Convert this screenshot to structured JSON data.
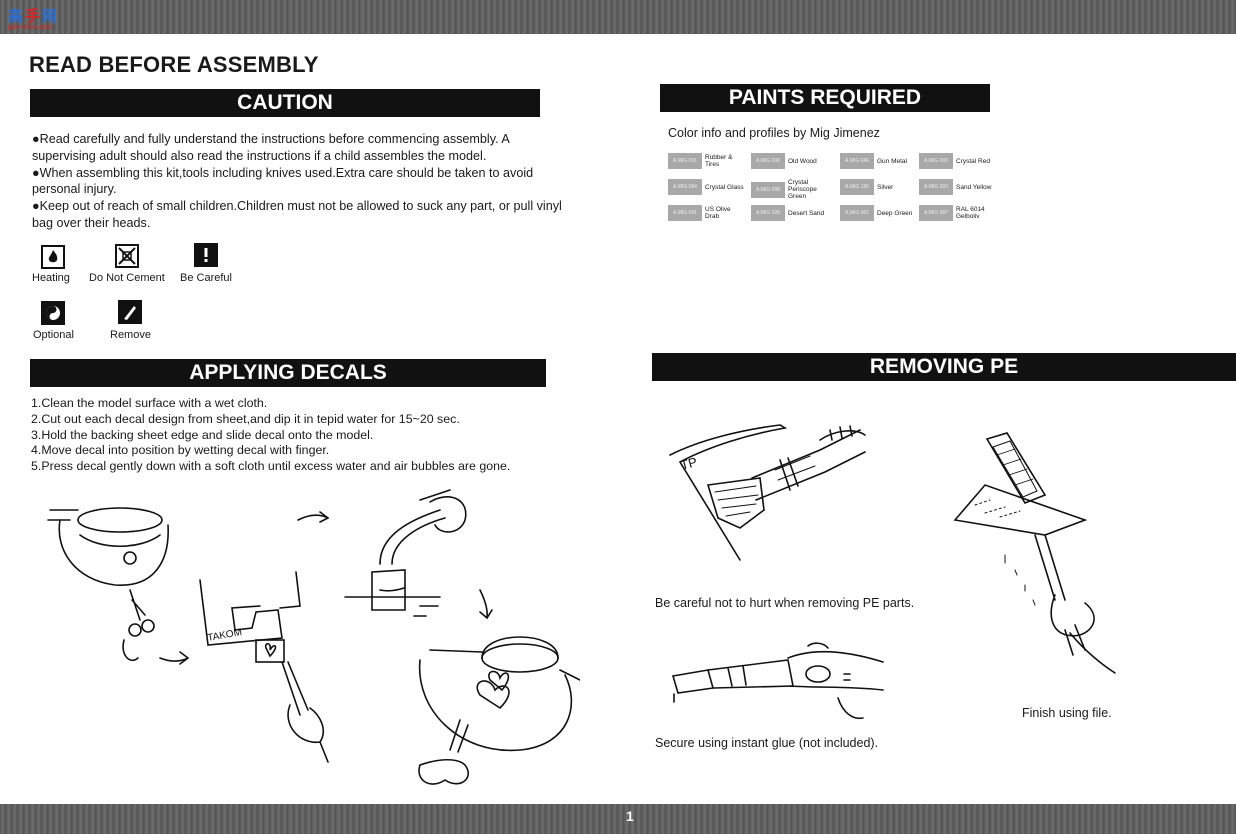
{
  "watermark": {
    "cn": "高",
    "cn_red": "手",
    "cn_tail": "网",
    "url": "gao-shou.com"
  },
  "page_title": "READ BEFORE ASSEMBLY",
  "caution": {
    "title": "CAUTION",
    "paragraphs": [
      "●Read carefully and fully understand the instructions before commencing assembly. A supervising adult should also read the instructions if a child assembles the model.",
      "●When assembling this kit,tools including knives used.Extra care should be taken to avoid personal injury.",
      "●Keep out of reach of small children.Children must not be allowed to suck any part, or pull vinyl bag over their heads."
    ],
    "icons": [
      {
        "label": "Heating",
        "icon": "flame-icon"
      },
      {
        "label": "Do Not Cement",
        "icon": "no-cement-icon"
      },
      {
        "label": "Be Careful",
        "icon": "exclamation-icon"
      },
      {
        "label": "Optional",
        "icon": "optional-icon"
      },
      {
        "label": "Remove",
        "icon": "knife-icon"
      }
    ]
  },
  "paints": {
    "title": "PAINTS REQUIRED",
    "subtitle": "Color info and profiles by Mig Jimenez",
    "items": [
      {
        "code": "A.MIG 031",
        "name": "Rubber & Tires"
      },
      {
        "code": "A.MIG 038",
        "name": "Old Wood"
      },
      {
        "code": "A.MIG 046",
        "name": "Gun Metal"
      },
      {
        "code": "A.MIG 093",
        "name": "Crystal Red"
      },
      {
        "code": "A.MIG 094",
        "name": "Crystal Glass"
      },
      {
        "code": "A.MIG 098",
        "name": "Crystal Periscope Green"
      },
      {
        "code": "A.MIG 195",
        "name": "Silver"
      },
      {
        "code": "A.MIG 093",
        "name": "Sand Yellow"
      },
      {
        "code": "A.MIG 041",
        "name": "US Olive Drab"
      },
      {
        "code": "A.MIG 028",
        "name": "Desert Sand"
      },
      {
        "code": "A.MIG 062",
        "name": "Deep Green"
      },
      {
        "code": "A.MIG 087",
        "name": "RAL 6014 Gelboliv"
      }
    ]
  },
  "decals": {
    "title": "APPLYING DECALS",
    "steps": [
      "1.Clean the model surface with a wet cloth.",
      "2.Cut out each decal design from sheet,and dip it in tepid water for 15~20 sec.",
      "3.Hold the backing sheet edge and slide decal onto the model.",
      "4.Move decal into position by wetting decal with finger.",
      "5.Press decal gently down with a soft cloth until excess water and air bubbles are gone."
    ],
    "sheet_label": "TAKOM"
  },
  "pe": {
    "title": "REMOVING PE",
    "fret_label": "TP",
    "captions": [
      "Be careful not to hurt when removing PE parts.",
      "Secure using instant glue (not included).",
      "Finish using file."
    ]
  },
  "page_number": "1"
}
